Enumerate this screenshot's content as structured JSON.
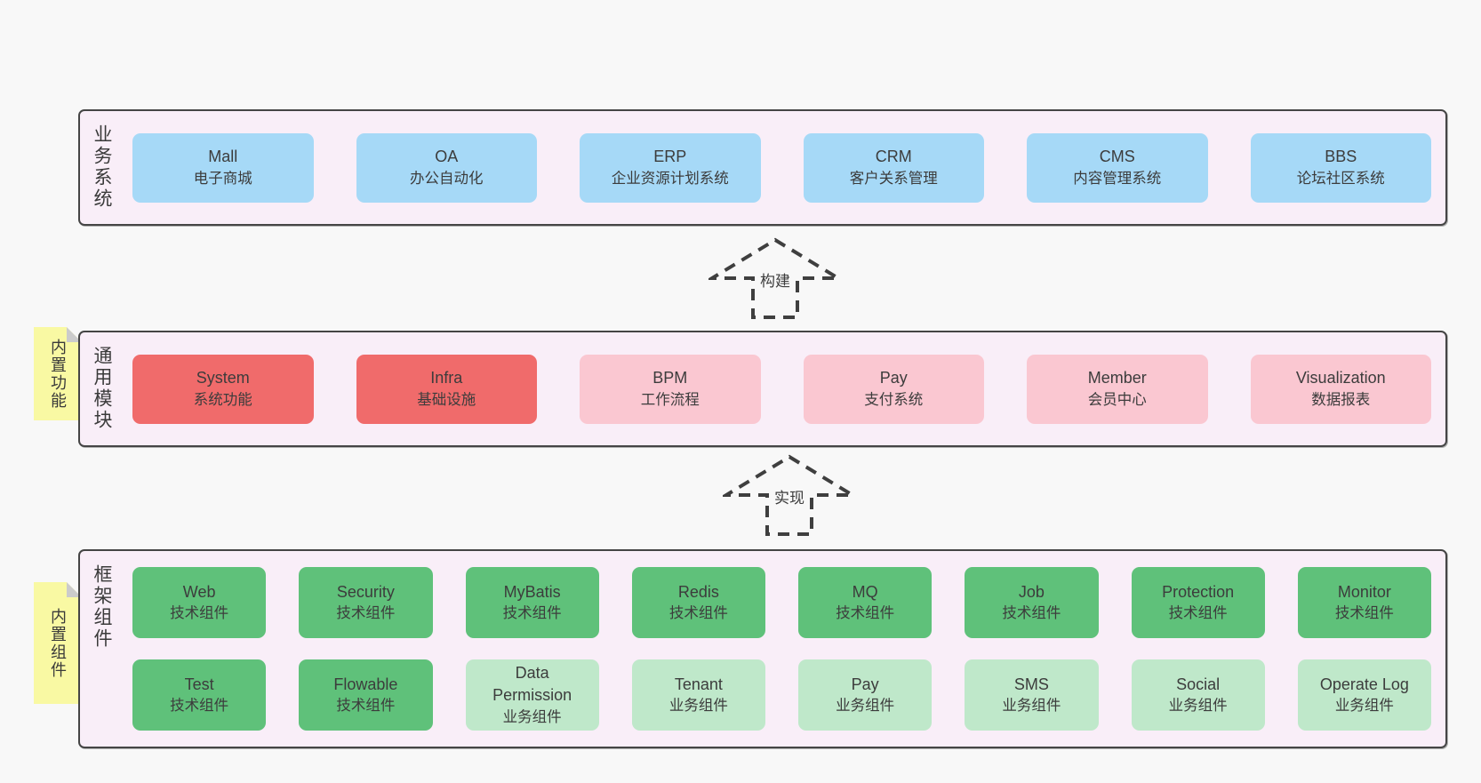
{
  "colors": {
    "page_bg": "#f8f8f8",
    "band_bg": "#f9eef8",
    "band_border": "#454545",
    "text": "#3c3c3c",
    "blue": "#a6d9f7",
    "red": "#f06b6b",
    "pink": "#fac7d1",
    "green": "#5fc17a",
    "lightgreen": "#bfe8ca",
    "note_yellow": "#f9f9a3",
    "note_fold": "#cbcbcb"
  },
  "bands": [
    {
      "label": "业务系统",
      "note": null,
      "rows": [
        [
          {
            "title": "Mall",
            "subtitle": "电子商城",
            "color": "blue"
          },
          {
            "title": "OA",
            "subtitle": "办公自动化",
            "color": "blue"
          },
          {
            "title": "ERP",
            "subtitle": "企业资源计划系统",
            "color": "blue"
          },
          {
            "title": "CRM",
            "subtitle": "客户关系管理",
            "color": "blue"
          },
          {
            "title": "CMS",
            "subtitle": "内容管理系统",
            "color": "blue"
          },
          {
            "title": "BBS",
            "subtitle": "论坛社区系统",
            "color": "blue"
          }
        ]
      ]
    },
    {
      "label": "通用模块",
      "note": "内置功能",
      "rows": [
        [
          {
            "title": "System",
            "subtitle": "系统功能",
            "color": "red"
          },
          {
            "title": "Infra",
            "subtitle": "基础设施",
            "color": "red"
          },
          {
            "title": "BPM",
            "subtitle": "工作流程",
            "color": "pink"
          },
          {
            "title": "Pay",
            "subtitle": "支付系统",
            "color": "pink"
          },
          {
            "title": "Member",
            "subtitle": "会员中心",
            "color": "pink"
          },
          {
            "title": "Visualization",
            "subtitle": "数据报表",
            "color": "pink"
          }
        ]
      ]
    },
    {
      "label": "框架组件",
      "note": "内置组件",
      "rows": [
        [
          {
            "title": "Web",
            "subtitle": "技术组件",
            "color": "green"
          },
          {
            "title": "Security",
            "subtitle": "技术组件",
            "color": "green"
          },
          {
            "title": "MyBatis",
            "subtitle": "技术组件",
            "color": "green"
          },
          {
            "title": "Redis",
            "subtitle": "技术组件",
            "color": "green"
          },
          {
            "title": "MQ",
            "subtitle": "技术组件",
            "color": "green"
          },
          {
            "title": "Job",
            "subtitle": "技术组件",
            "color": "green"
          },
          {
            "title": "Protection",
            "subtitle": "技术组件",
            "color": "green"
          },
          {
            "title": "Monitor",
            "subtitle": "技术组件",
            "color": "green"
          }
        ],
        [
          {
            "title": "Test",
            "subtitle": "技术组件",
            "color": "green"
          },
          {
            "title": "Flowable",
            "subtitle": "技术组件",
            "color": "green"
          },
          {
            "title": "Data Permission",
            "subtitle": "业务组件",
            "color": "lightgreen"
          },
          {
            "title": "Tenant",
            "subtitle": "业务组件",
            "color": "lightgreen"
          },
          {
            "title": "Pay",
            "subtitle": "业务组件",
            "color": "lightgreen"
          },
          {
            "title": "SMS",
            "subtitle": "业务组件",
            "color": "lightgreen"
          },
          {
            "title": "Social",
            "subtitle": "业务组件",
            "color": "lightgreen"
          },
          {
            "title": "Operate Log",
            "subtitle": "业务组件",
            "color": "lightgreen"
          }
        ]
      ]
    }
  ],
  "arrows": [
    {
      "label": "构建"
    },
    {
      "label": "实现"
    }
  ]
}
